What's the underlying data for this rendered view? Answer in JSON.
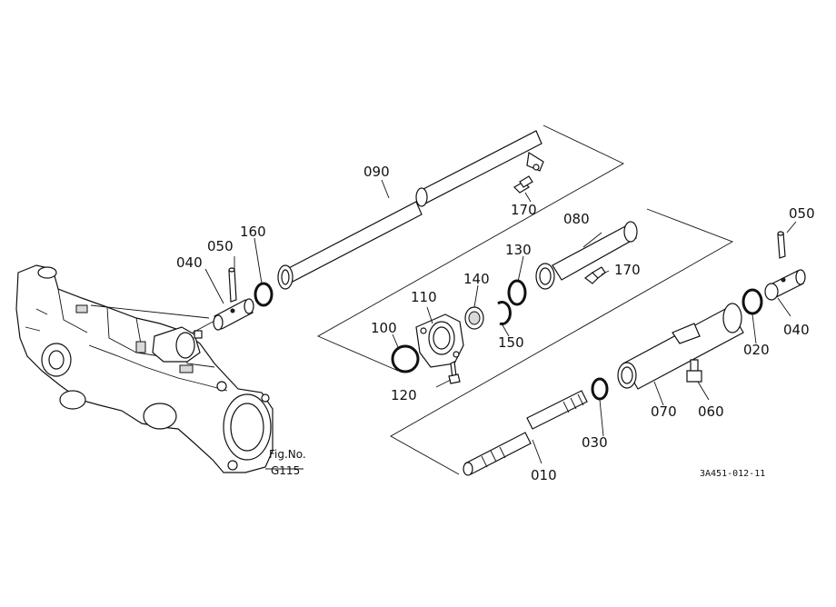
{
  "labels": {
    "p010": "010",
    "p020": "020",
    "p030": "030",
    "p040a": "040",
    "p040b": "040",
    "p050a": "050",
    "p050b": "050",
    "p060": "060",
    "p070": "070",
    "p080": "080",
    "p090": "090",
    "p100": "100",
    "p110": "110",
    "p120": "120",
    "p130": "130",
    "p140": "140",
    "p150": "150",
    "p160": "160",
    "p170a": "170",
    "p170b": "170"
  },
  "fig_ref": {
    "line1": "Fig.No.",
    "line2": "G115"
  },
  "drawing_code": "3A451-012-11"
}
